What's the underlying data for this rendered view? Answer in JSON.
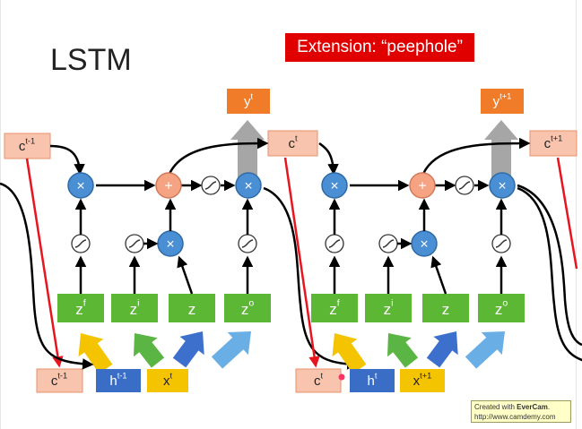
{
  "title": "LSTM",
  "extension_label": "Extension: “peephole”",
  "watermark": {
    "line1_prefix": "Created with ",
    "line1_brand": "EverCam",
    "line1_suffix": ".",
    "line2": "http://www.camdemy.com"
  },
  "cells": [
    {
      "c_in": {
        "base": "c",
        "sup": "t-1"
      },
      "c_out": {
        "base": "c",
        "sup": "t"
      },
      "c_bottom": {
        "base": "c",
        "sup": "t-1"
      },
      "h_bottom": {
        "base": "h",
        "sup": "t-1"
      },
      "x_bottom": {
        "base": "x",
        "sup": "t"
      },
      "y_out": {
        "base": "y",
        "sup": "t"
      },
      "z_f": {
        "base": "z",
        "sup": "f"
      },
      "z_i": {
        "base": "z",
        "sup": "i"
      },
      "z": {
        "base": "z",
        "sup": ""
      },
      "z_o": {
        "base": "z",
        "sup": "o"
      }
    },
    {
      "c_in": {
        "base": "c",
        "sup": "t"
      },
      "c_out": {
        "base": "c",
        "sup": "t+1"
      },
      "c_bottom": {
        "base": "c",
        "sup": "t"
      },
      "h_bottom": {
        "base": "h",
        "sup": "t"
      },
      "x_bottom": {
        "base": "x",
        "sup": "t+1"
      },
      "y_out": {
        "base": "y",
        "sup": "t+1"
      },
      "z_f": {
        "base": "z",
        "sup": "f"
      },
      "z_i": {
        "base": "z",
        "sup": "i"
      },
      "z": {
        "base": "z",
        "sup": ""
      },
      "z_o": {
        "base": "z",
        "sup": "o"
      }
    }
  ],
  "symbols": {
    "multiply": "×",
    "add": "+"
  },
  "colors": {
    "memory_box": "#f9c4ad",
    "memory_border": "#e8906a",
    "output_box": "#f07b28",
    "gate_box": "#5cb734",
    "mult_node": "#4a8fd4",
    "add_node": "#f6a383",
    "h_box": "#3a6dc6",
    "x_box": "#f5c400",
    "arrow_yellow": "#f5c400",
    "arrow_green": "#5ab544",
    "arrow_blue": "#3d70cc",
    "arrow_lightblue": "#6aaee6",
    "peephole_red": "#e8141e",
    "gray_arrow": "#a6a6a6",
    "banner_red": "#e00000"
  }
}
